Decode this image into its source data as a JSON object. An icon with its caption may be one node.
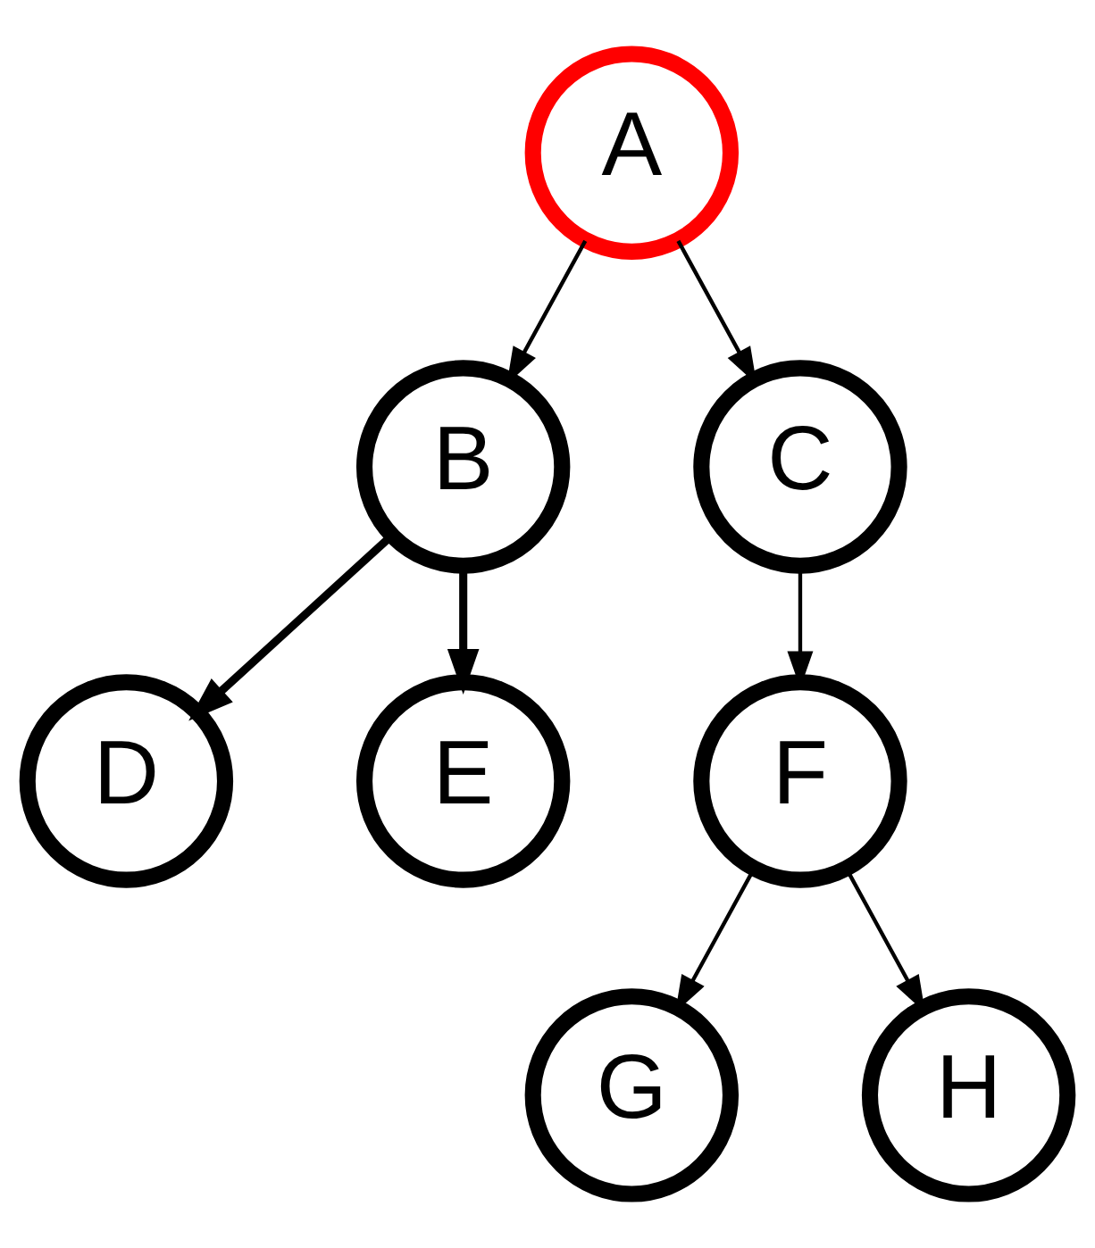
{
  "diagram": {
    "nodes": [
      {
        "text": [
          "A"
        ]
      },
      {
        "text": [
          "B"
        ]
      },
      {
        "text": [
          "C"
        ]
      },
      {
        "text": [
          "D"
        ]
      },
      {
        "text": [
          "E"
        ]
      },
      {
        "text": [
          "F"
        ]
      },
      {
        "text": [
          "G"
        ]
      },
      {
        "text": [
          "H"
        ]
      }
    ],
    "edges": [
      {
        "from": 0,
        "to": 1,
        "arrow": "to"
      },
      {
        "from": 0,
        "to": 2,
        "arrow": "to"
      },
      {
        "from": 1,
        "to": 3,
        "arrow": "to",
        "style": "thick"
      },
      {
        "from": 1,
        "to": 4,
        "arrow": "to",
        "style": "thick"
      },
      {
        "from": 2,
        "to": 5,
        "arrow": "to"
      },
      {
        "from": 5,
        "to": 6,
        "arrow": "to"
      },
      {
        "from": 5,
        "to": 7,
        "arrow": "to"
      }
    ]
  }
}
